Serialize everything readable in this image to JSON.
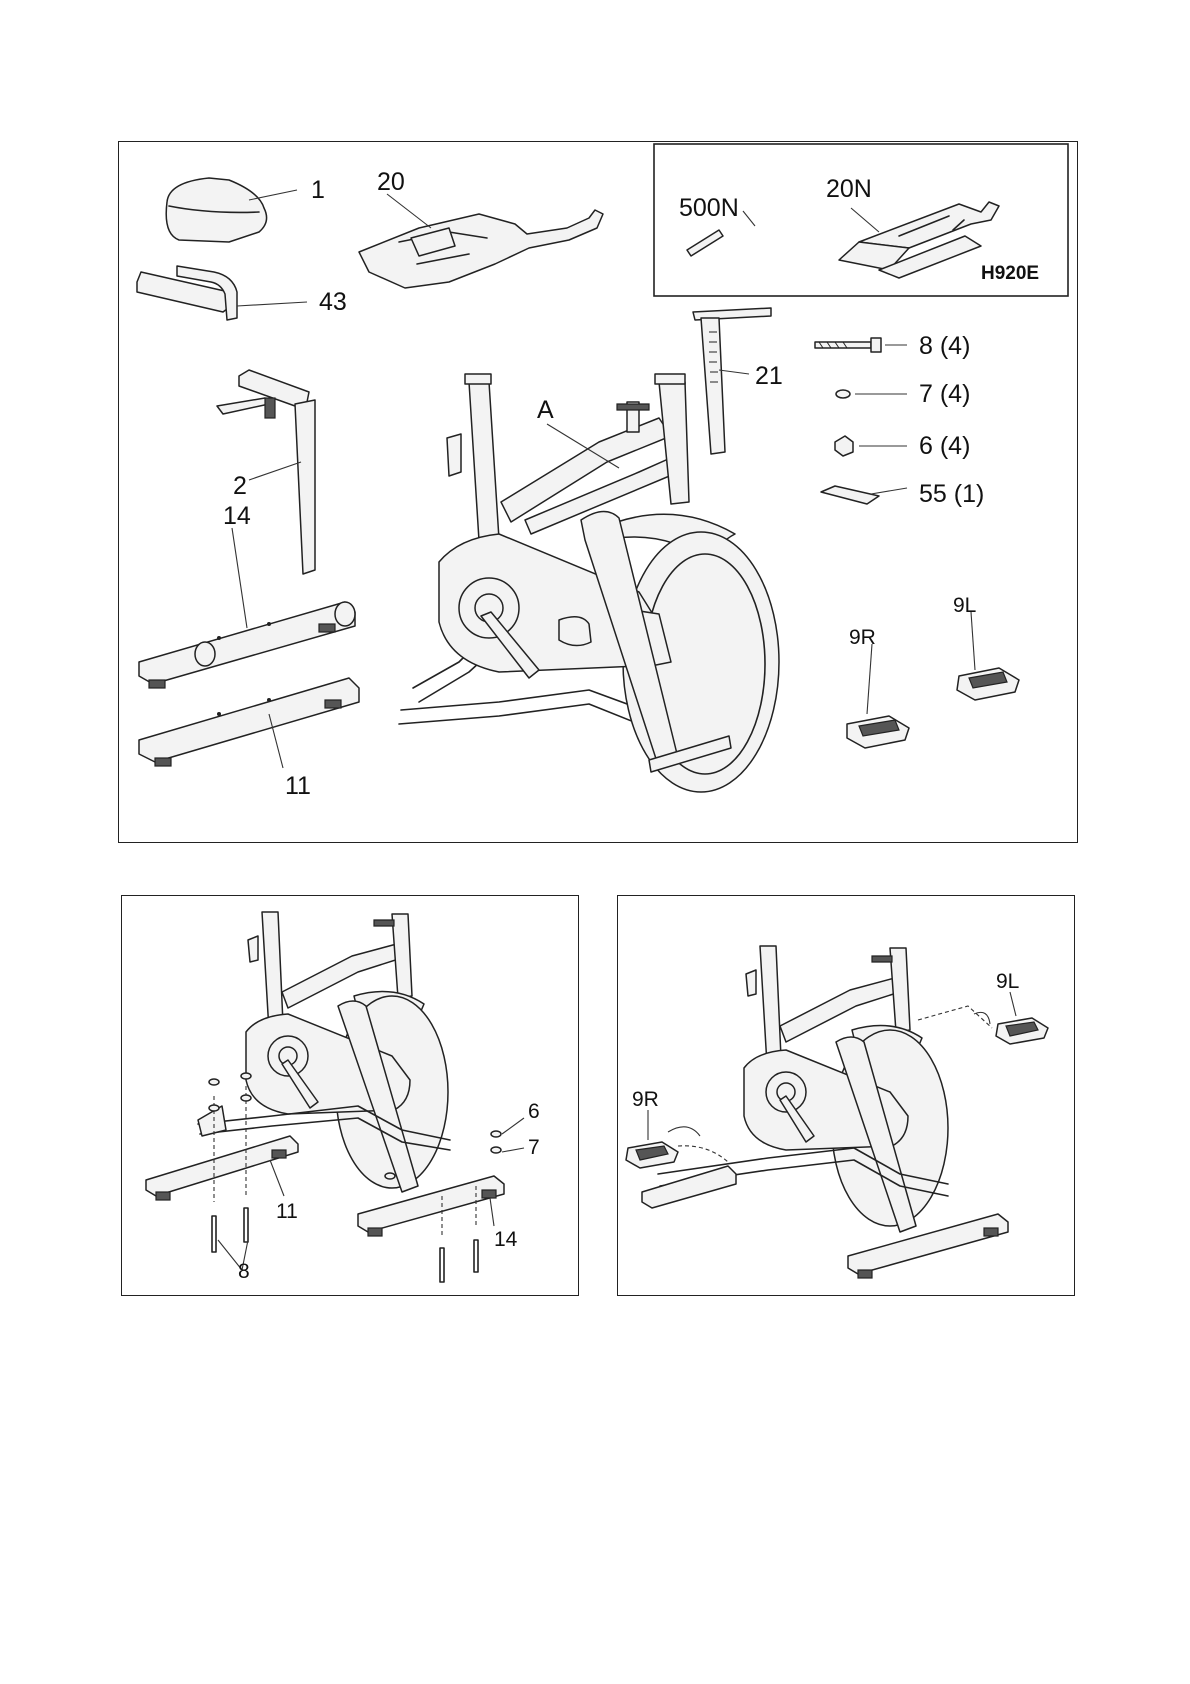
{
  "parts_panel": {
    "labels": {
      "p1": "1",
      "p20": "20",
      "p43": "43",
      "p2": "2",
      "pA": "A",
      "p21": "21",
      "p14": "14",
      "p11": "11",
      "p9R": "9R",
      "p9L": "9L"
    },
    "hardware": [
      {
        "label": "8 (4)"
      },
      {
        "label": "7 (4)"
      },
      {
        "label": "6 (4)"
      },
      {
        "label": "55 (1)"
      }
    ],
    "inset": {
      "part_500N": "500N",
      "part_20N": "20N",
      "model": "H920E"
    }
  },
  "step1_panel": {
    "labels": {
      "p6": "6",
      "p7": "7",
      "p11": "11",
      "p14": "14",
      "p8": "8"
    }
  },
  "step2_panel": {
    "labels": {
      "p9L": "9L",
      "p9R": "9R"
    }
  }
}
